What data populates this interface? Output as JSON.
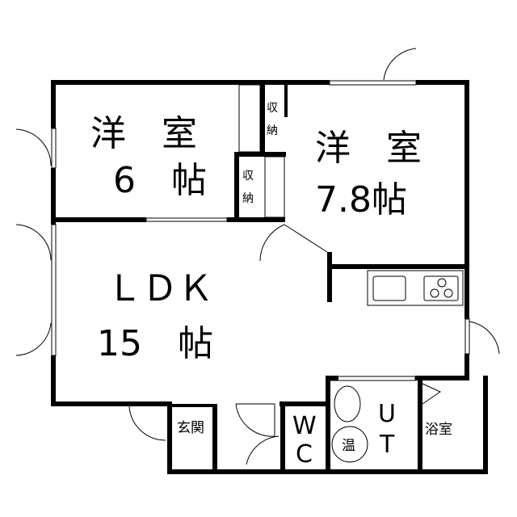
{
  "rooms": {
    "western_6": {
      "name": "洋　室",
      "size": "6　帖"
    },
    "western_78": {
      "name": "洋　室",
      "size": "7.8帖"
    },
    "ldk": {
      "name": "ＬＤＫ",
      "size": "15　帖"
    },
    "storage_upper": {
      "l1": "収",
      "l2": "納"
    },
    "storage_lower": {
      "l1": "収",
      "l2": "納"
    },
    "entrance": "玄関",
    "wc": {
      "l1": "W",
      "l2": "C"
    },
    "ut": {
      "l1": "U",
      "l2": "T"
    },
    "water_heater": "温",
    "bath": "浴室"
  }
}
